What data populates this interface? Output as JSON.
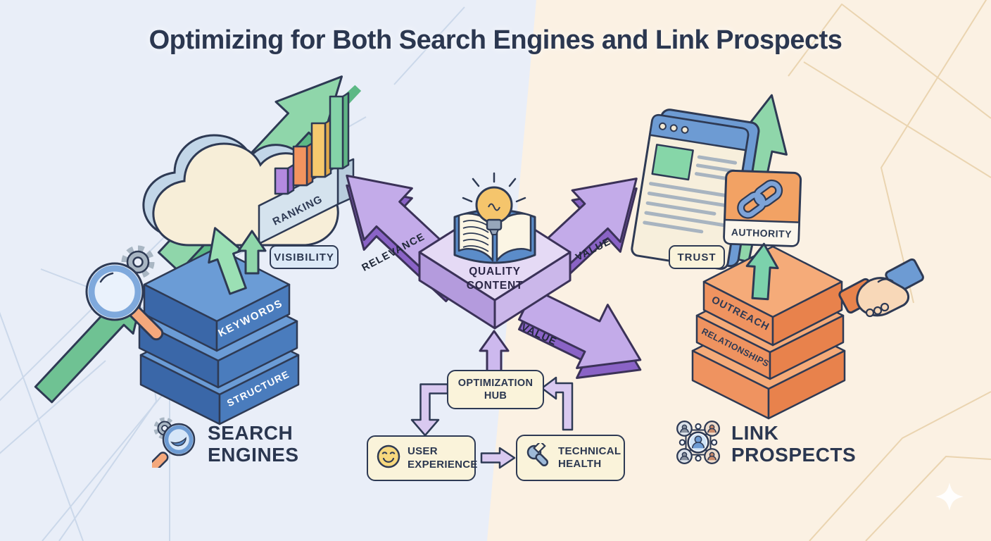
{
  "title": "Optimizing for Both Search Engines and Link Prospects",
  "search_side": {
    "heading": [
      "SEARCH",
      "ENGINES"
    ],
    "stack_labels": [
      "KEYWORDS",
      "STRUCTURE"
    ],
    "ranking_label": "RANKING",
    "visibility_label": "VISIBILITY"
  },
  "content_hub": {
    "platform_label": [
      "QUALITY",
      "CONTENT"
    ],
    "arrow_labels": {
      "upper_left": "RELEVANCE",
      "upper_right": "VALUE",
      "lower_right": "VALUE"
    },
    "hub_label": [
      "OPTIMIZATION",
      "HUB"
    ],
    "user_experience_label": [
      "USER",
      "EXPERIENCE"
    ],
    "technical_health_label": [
      "TECHNICAL",
      "HEALTH"
    ]
  },
  "link_side": {
    "heading": [
      "LINK",
      "PROSPECTS"
    ],
    "stack_labels": [
      "OUTREACH",
      "RELATIONSHIPS"
    ],
    "authority_label": "AUTHORITY",
    "trust_label": "TRUST"
  },
  "icons": {
    "search_side": [
      "magnifier-icon",
      "gear-icon",
      "cloud-icon",
      "bar-chart-icon",
      "growth-arrow-icon"
    ],
    "content_hub": [
      "book-icon",
      "lightbulb-icon",
      "smiley-icon",
      "wrench-icon"
    ],
    "link_side": [
      "browser-window-icon",
      "chain-link-icon",
      "handshake-icon",
      "people-network-icon",
      "sparkle-icon"
    ]
  },
  "colors": {
    "bg_left": "#e9eef8",
    "bg_right": "#fbf1e3",
    "ink": "#2e3a54",
    "title_text": "#2b3750",
    "blue_block": "#4a7cbd",
    "orange_block": "#ef9360",
    "purple_arrow": "#bea6e8",
    "green_arrow": "#93d9ad",
    "cream_box": "#faf3da",
    "cloud_fill": "#f7eed8"
  }
}
